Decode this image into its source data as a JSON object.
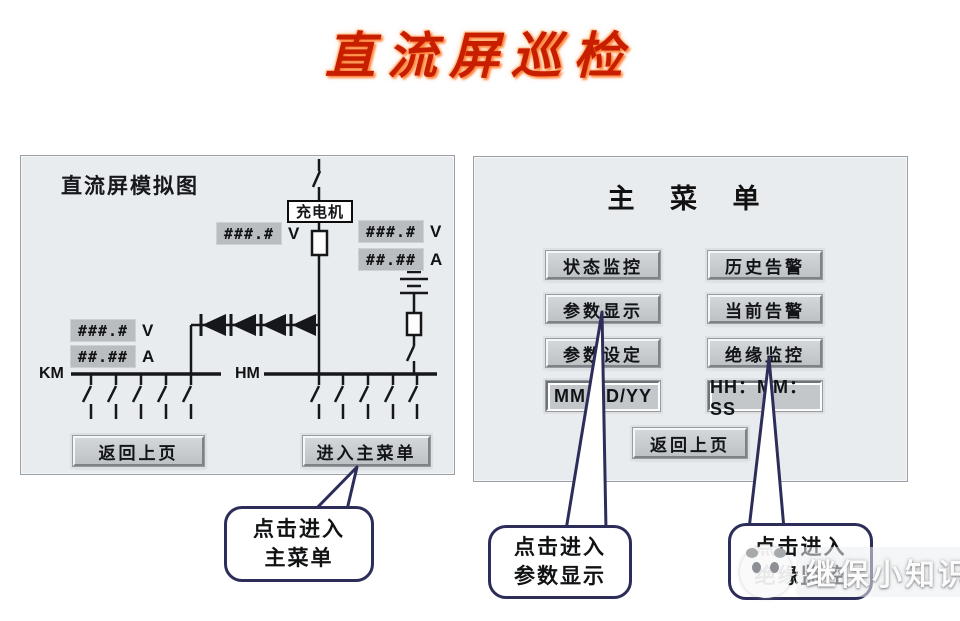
{
  "title": "直流屏巡检",
  "sim_panel": {
    "title": "直流屏模拟图",
    "charger_label": "充电机",
    "bus_km_label": "KM",
    "bus_hm_label": "HM",
    "meters": {
      "charger_voltage": {
        "value": "###.#",
        "unit": "V"
      },
      "battery_voltage": {
        "value": "###.#",
        "unit": "V"
      },
      "battery_current": {
        "value": "##.##",
        "unit": "A"
      },
      "km_voltage": {
        "value": "###.#",
        "unit": "V"
      },
      "km_current": {
        "value": "##.##",
        "unit": "A"
      }
    },
    "back_button": "返回上页",
    "enter_menu_button": "进入主菜单"
  },
  "menu_panel": {
    "title": "主 菜 单",
    "buttons": [
      "状态监控",
      "历史告警",
      "参数显示",
      "当前告警",
      "参数设定",
      "绝缘监控"
    ],
    "date_display": "MM/DD/YY",
    "time_display": "HH：MM：SS",
    "back_button": "返回上页"
  },
  "callouts": [
    {
      "line1": "点击进入",
      "line2": "主菜单"
    },
    {
      "line1": "点击进入",
      "line2": "参数显示"
    },
    {
      "line1": "点击进入",
      "line2": "绝缘监控"
    }
  ],
  "watermark": "继保小知识",
  "colors": {
    "panel_bg": "#e9ecef",
    "button_bg": "#c7cbce",
    "meter_bg": "#b9bdc0",
    "annotation_ink": "#2d2d5a",
    "title_red": "#c81e00"
  }
}
